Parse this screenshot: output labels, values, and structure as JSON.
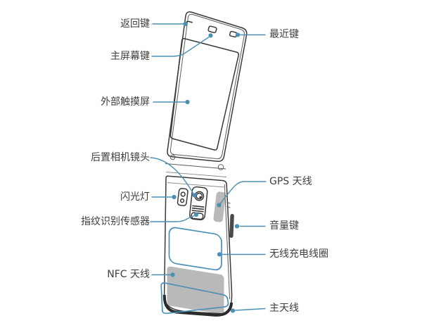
{
  "figure": {
    "kind": "flip-phone-parts-diagram",
    "colors": {
      "callout_blue": "#4a90b5",
      "outline_dark": "#3a3a3a",
      "antenna_gray": "#b9b9b9",
      "key_dark": "#4a4a4a",
      "text": "#3e3e3e",
      "background": "#ffffff"
    },
    "callouts": [
      {
        "id": "back-key",
        "label": "返回键",
        "side": "left"
      },
      {
        "id": "recents-key",
        "label": "最近键",
        "side": "right"
      },
      {
        "id": "home-key",
        "label": "主屏幕键",
        "side": "left"
      },
      {
        "id": "external-touchscreen",
        "label": "外部触摸屏",
        "side": "left"
      },
      {
        "id": "rear-camera-lens",
        "label": "后置相机镜头",
        "side": "left"
      },
      {
        "id": "flash",
        "label": "闪光灯",
        "side": "left"
      },
      {
        "id": "fingerprint-sensor",
        "label": "指纹识别传感器",
        "side": "left"
      },
      {
        "id": "gps-antenna",
        "label": "GPS 天线",
        "side": "right"
      },
      {
        "id": "volume-key",
        "label": "音量键",
        "side": "right"
      },
      {
        "id": "wireless-charging-coil",
        "label": "无线充电线圈",
        "side": "right"
      },
      {
        "id": "nfc-antenna",
        "label": "NFC 天线",
        "side": "left"
      },
      {
        "id": "main-antenna",
        "label": "主天线",
        "side": "right"
      }
    ]
  }
}
